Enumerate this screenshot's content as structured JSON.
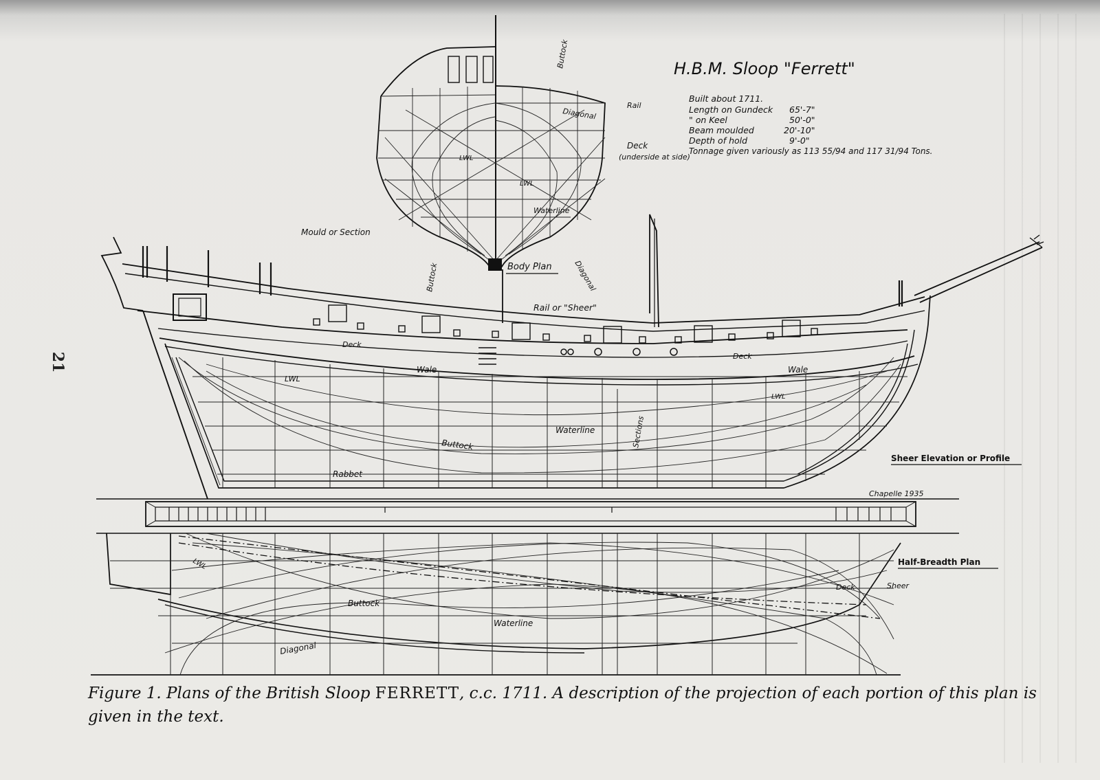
{
  "page_number": "21",
  "title": "H.B.M. Sloop \"Ferrett\"",
  "specs": [
    {
      "label": "Built about 1711.",
      "value": ""
    },
    {
      "label": "Length on Gundeck",
      "value": "65'-7\""
    },
    {
      "label": "\"      on Keel",
      "value": "50'-0\""
    },
    {
      "label": "Beam moulded",
      "value": "20'-10\""
    },
    {
      "label": "Depth of hold",
      "value": "9'-0\""
    }
  ],
  "tonnage": "Tonnage given variously as 113 55/94 and 117 31/94 Tons.",
  "plan_titles": {
    "body": "Body Plan",
    "sheer": "Sheer Elevation or Profile",
    "half_breadth": "Half-Breadth Plan"
  },
  "signature": "Chapelle 1935",
  "labels": {
    "buttock": "Buttock",
    "rail": "Rail",
    "diagonal": "Diagonal",
    "deck": "Deck",
    "deck_note": "(underside at side)",
    "lwl": "LWL",
    "waterline": "Waterline",
    "mould": "Mould or Section",
    "rail_sheer": "Rail or \"Sheer\"",
    "wale": "Wale",
    "sections": "Sections",
    "rabbet": "Rabbet",
    "sheer": "Sheer"
  },
  "caption": {
    "prefix": "Figure 1. Plans of the British Sloop",
    "ship": "FERRETT",
    "suffix": ", c.c. 1711. A description of the projection of each portion of this plan is given in the text."
  }
}
